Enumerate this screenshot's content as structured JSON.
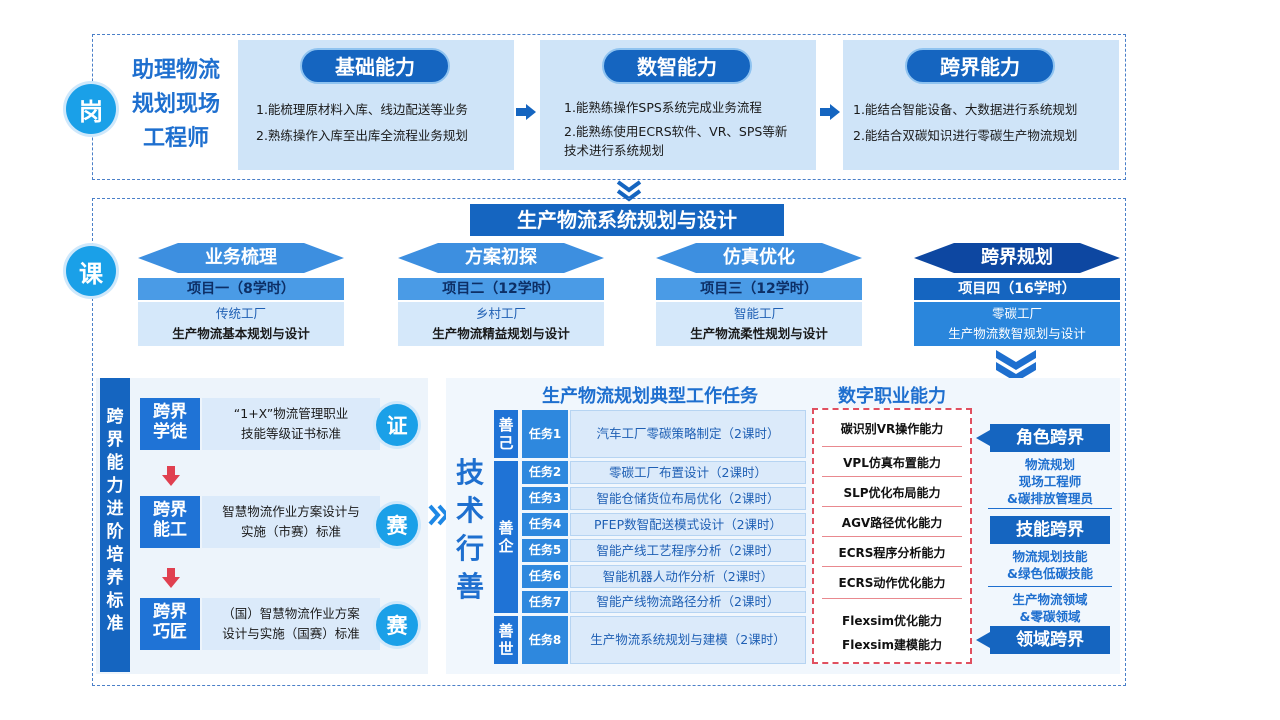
{
  "post": {
    "badge": "岗",
    "role_title_lines": [
      "助理物流",
      "规划现场",
      "工程师"
    ],
    "abilities": [
      {
        "title": "基础能力",
        "items": [
          "1.能梳理原材料入库、线边配送等业务",
          "2.熟练操作入库至出库全流程业务规划"
        ]
      },
      {
        "title": "数智能力",
        "items": [
          "1.能熟练操作SPS系统完成业务流程",
          "2.能熟练使用ECRS软件、VR、SPS等新技术进行系统规划"
        ]
      },
      {
        "title": "跨界能力",
        "items": [
          "1.能结合智能设备、大数据进行系统规划",
          "2.能结合双碳知识进行零碳生产物流规划"
        ]
      }
    ]
  },
  "course": {
    "badge": "课",
    "title": "生产物流系统规划与设计",
    "projects": [
      {
        "stage": "业务梳理",
        "head": "项目一（8学时）",
        "type": "传统工厂",
        "desc": "生产物流基本规划与设计"
      },
      {
        "stage": "方案初探",
        "head": "项目二（12学时）",
        "type": "乡村工厂",
        "desc": "生产物流精益规划与设计"
      },
      {
        "stage": "仿真优化",
        "head": "项目三（12学时）",
        "type": "智能工厂",
        "desc": "生产物流柔性规划与设计"
      },
      {
        "stage": "跨界规划",
        "head": "项目四（16学时）",
        "type": "零碳工厂",
        "desc": "生产物流数智规划与设计"
      }
    ]
  },
  "standards": {
    "banner": "跨界能力进阶培养标准",
    "levels": [
      {
        "tag_lines": [
          "跨界",
          "学徒"
        ],
        "std_lines": [
          "“1+X”物流管理职业",
          "技能等级证书标准"
        ],
        "badge": "证"
      },
      {
        "tag_lines": [
          "跨界",
          "能工"
        ],
        "std_lines": [
          "智慧物流作业方案设计与",
          "实施（市赛）标准"
        ],
        "badge": "赛"
      },
      {
        "tag_lines": [
          "跨界",
          "巧匠"
        ],
        "std_lines": [
          "（国）智慧物流作业方案",
          "设计与实施（国赛）标准"
        ],
        "badge": "赛"
      }
    ]
  },
  "tasks": {
    "header_tasks": "生产物流规划典型工作任务",
    "header_caps": "数字职业能力",
    "theme_lines": [
      "技术",
      "行善"
    ],
    "groups": [
      {
        "label_lines": [
          "善",
          "己"
        ]
      },
      {
        "label_lines": [
          "善",
          "企"
        ]
      },
      {
        "label_lines": [
          "善",
          "世"
        ]
      }
    ],
    "items": [
      {
        "label": "任务1",
        "text": "汽车工厂零碳策略制定（2课时）"
      },
      {
        "label": "任务2",
        "text": "零碳工厂布置设计（2课时）"
      },
      {
        "label": "任务3",
        "text": "智能仓储货位布局优化（2课时）"
      },
      {
        "label": "任务4",
        "text": "PFEP数智配送模式设计（2课时）"
      },
      {
        "label": "任务5",
        "text": "智能产线工艺程序分析（2课时）"
      },
      {
        "label": "任务6",
        "text": "智能机器人动作分析（2课时）"
      },
      {
        "label": "任务7",
        "text": "智能产线物流路径分析（2课时）"
      },
      {
        "label": "任务8",
        "text": "生产物流系统规划与建模（2课时）"
      }
    ],
    "capabilities": [
      "碳识别VR操作能力",
      "VPL仿真布置能力",
      "SLP优化布局能力",
      "AGV路径优化能力",
      "ECRS程序分析能力",
      "ECRS动作优化能力",
      "Flexsim优化能力",
      "Flexsim建模能力"
    ]
  },
  "cross": {
    "role": {
      "title": "角色跨界",
      "desc_lines": [
        "物流规划",
        "现场工程师",
        "&碳排放管理员"
      ]
    },
    "skill": {
      "title": "技能跨界",
      "desc_lines": [
        "物流规划技能",
        "&绿色低碳技能"
      ]
    },
    "domain": {
      "title": "领域跨界",
      "desc_lines": [
        "生产物流领域",
        "&零碳领域"
      ]
    }
  },
  "colors": {
    "primary": "#1565c0",
    "accent": "#1aa0e8",
    "light": "#cfe4f8",
    "dash_red": "#e05060"
  }
}
